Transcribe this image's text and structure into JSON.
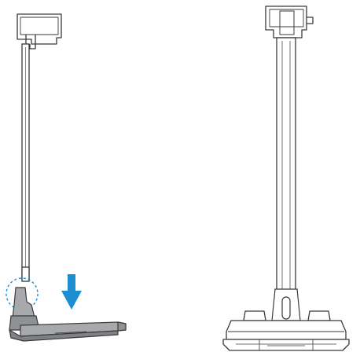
{
  "figure": {
    "panels": [
      {
        "name": "disassembled-view",
        "icons": [
          "stand-pole",
          "stand-base",
          "insert-arrow-icon",
          "highlight-circle"
        ]
      },
      {
        "name": "assembled-view",
        "icons": [
          "assembled-stand"
        ]
      }
    ],
    "colors": {
      "line": "#3a3a3a",
      "base_fill": "#a7a9ac",
      "base_dark": "#7f8184",
      "accent": "#1b8fd2",
      "highlight": "#1b8fd2"
    }
  }
}
